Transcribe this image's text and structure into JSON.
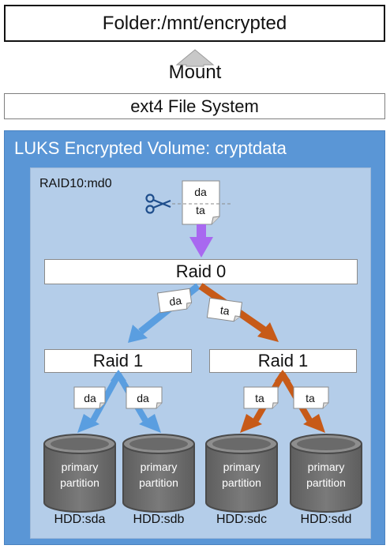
{
  "top": {
    "folder": "Folder:/mnt/encrypted",
    "mount": "Mount",
    "filesystem": "ext4 File System"
  },
  "luks": {
    "title": "LUKS Encrypted Volume: cryptdata",
    "raid10_label": "RAID10:md0"
  },
  "raid": {
    "raid0": "Raid 0",
    "raid1_left": "Raid 1",
    "raid1_right": "Raid 1"
  },
  "notes": {
    "source_top": "da",
    "source_bottom": "ta",
    "left_chunk": "da",
    "right_chunk": "ta",
    "sda_chunk": "da",
    "sdb_chunk": "da",
    "sdc_chunk": "ta",
    "sdd_chunk": "ta"
  },
  "disks": [
    {
      "name": "HDD:sda",
      "line1": "primary",
      "line2": "partition"
    },
    {
      "name": "HDD:sdb",
      "line1": "primary",
      "line2": "partition"
    },
    {
      "name": "HDD:sdc",
      "line1": "primary",
      "line2": "partition"
    },
    {
      "name": "HDD:sdd",
      "line1": "primary",
      "line2": "partition"
    }
  ],
  "icons": {
    "split": "scissors-icon",
    "up_arrow": "mount-arrow-icon"
  },
  "colors": {
    "purple_arrow": "#a868f0",
    "blue_arrow": "#5a9ee0",
    "orange_arrow": "#c75a18",
    "luks_bg": "#5a96d6",
    "raid10_bg": "#b4cde9",
    "disk_dark": "#6b6b6b",
    "disk_top": "#909090"
  }
}
